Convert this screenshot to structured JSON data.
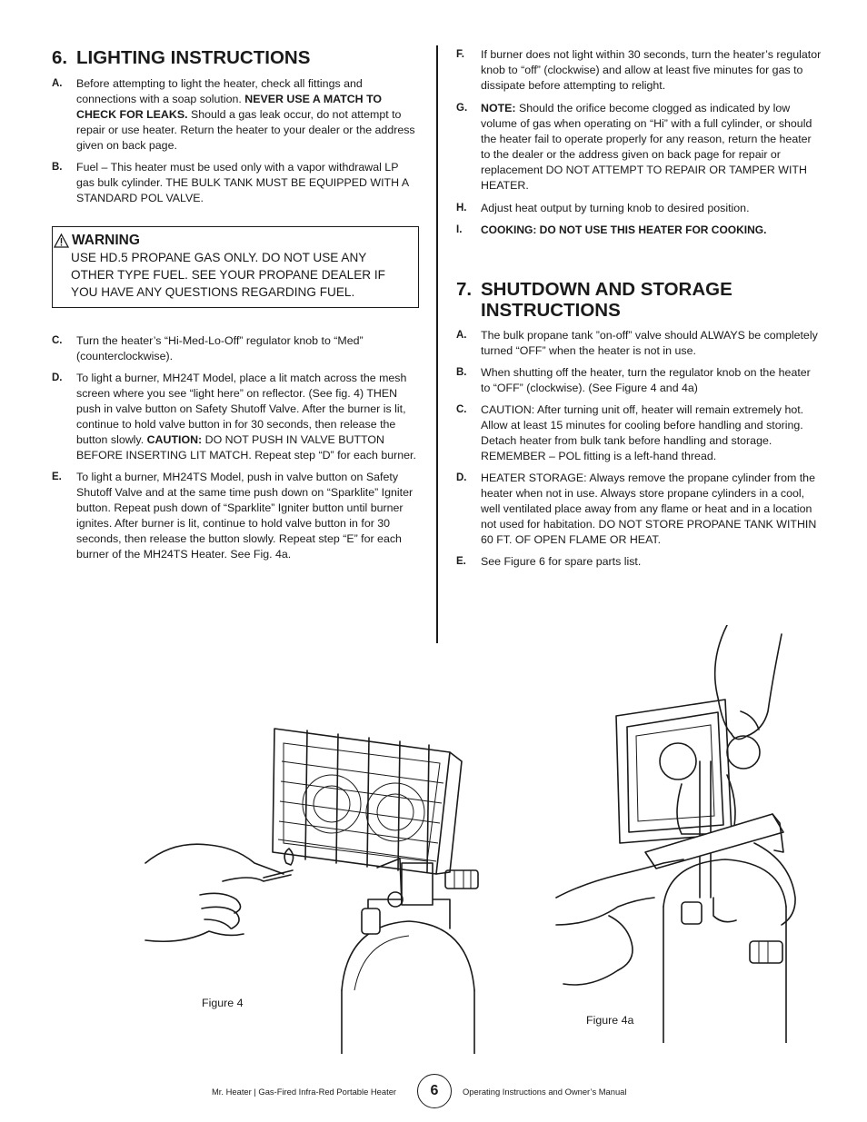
{
  "section6": {
    "number": "6.",
    "title": "LIGHTING INSTRUCTIONS",
    "itemA": {
      "label": "A.",
      "text1": "Before attempting to light the heater, check all fittings and connections with a soap solution. ",
      "bold1": "NEVER USE A MATCH TO CHECK FOR LEAKS.",
      "text2": " Should a gas leak occur, do not attempt to repair or use heater. Return the heater to your dealer or the address given on back page."
    },
    "itemB": {
      "label": "B.",
      "text": "Fuel – This heater must be used only with a vapor withdrawal LP gas bulk cylinder. THE BULK TANK MUST BE EQUIPPED WITH A STANDARD POL VALVE."
    },
    "warning": {
      "title": "WARNING",
      "text": "USE HD.5 PROPANE GAS ONLY. DO NOT USE ANY OTHER TYPE FUEL. SEE YOUR PROPANE DEALER IF YOU HAVE ANY QUESTIONS REGARDING FUEL."
    },
    "itemC": {
      "label": "C.",
      "text": "Turn the heater’s “Hi-Med-Lo-Off” regulator knob to “Med” (counterclockwise)."
    },
    "itemD": {
      "label": "D.",
      "text1": "To light a burner, MH24T Model, place a lit match across the mesh screen where you see “light here” on reflector. (See fig. 4) THEN push in valve button on Safety Shutoff Valve. After the burner is lit, continue to hold valve button in for 30 seconds, then release the button slowly. ",
      "bold1": "CAUTION:",
      "text2": " DO NOT PUSH IN VALVE BUTTON BEFORE INSERTING LIT MATCH. Repeat step “D” for each burner."
    },
    "itemE": {
      "label": "E.",
      "text": "To light a burner, MH24TS Model, push in valve button on Safety Shutoff Valve and at the same time push down on “Sparklite” Igniter button. Repeat push down of “Sparklite” Igniter button until burner ignites. After burner is lit, continue to hold valve button in for 30 seconds, then release the button slowly. Repeat step “E” for each burner of the MH24TS Heater. See Fig. 4a."
    }
  },
  "right": {
    "itemF": {
      "label": "F.",
      "text": "If burner does not light within 30 seconds, turn the heater’s regulator knob to “off” (clockwise) and allow at least five minutes for gas to dissipate before attempting to relight."
    },
    "itemG": {
      "label": "G.",
      "bold1": "NOTE:",
      "text1": " Should the orifice become clogged as indicated by low volume of gas when operating on “Hi” with a full cylinder, or should the heater fail to operate properly for any reason, return the heater to the dealer or the address given on back page for repair or replacement DO NOT ATTEMPT TO REPAIR OR TAMPER WITH HEATER."
    },
    "itemH": {
      "label": "H.",
      "text": "Adjust heat output by turning knob to desired position."
    },
    "itemI": {
      "label": "I.",
      "bold1": "COOKING: DO NOT USE THIS HEATER FOR COOKING."
    }
  },
  "section7": {
    "number": "7.",
    "title_line1": "SHUTDOWN AND STORAGE",
    "title_line2": "INSTRUCTIONS",
    "itemA": {
      "label": "A.",
      "text": "The bulk propane tank ”on-off” valve should ALWAYS be completely turned “OFF” when the heater is not in use."
    },
    "itemB": {
      "label": "B.",
      "text": "When shutting off the heater, turn the regulator knob on the heater to “OFF” (clockwise). (See Figure 4 and 4a)"
    },
    "itemC": {
      "label": "C.",
      "text": "CAUTION: After turning unit off, heater will remain extremely hot. Allow at least 15 minutes for cooling before handling and storing. Detach heater from bulk tank before handling and storage. REMEMBER – POL fitting is a left-hand thread."
    },
    "itemD": {
      "label": "D.",
      "text": "HEATER STORAGE: Always remove the propane cylinder from the heater when not in use. Always store propane cylinders in a cool, well ventilated place away from any flame or heat and in a location not used for habitation. DO NOT STORE PROPANE TANK WITHIN 60 FT. OF OPEN FLAME OR HEAT."
    },
    "itemE": {
      "label": "E.",
      "text": "See Figure 6 for spare parts list."
    }
  },
  "figures": {
    "fig4_caption": "Figure 4",
    "fig4a_caption": "Figure 4a"
  },
  "footer": {
    "left": "Mr. Heater | Gas-Fired Infra-Red Portable Heater",
    "page": "6",
    "right": "Operating Instructions and Owner’s Manual"
  }
}
